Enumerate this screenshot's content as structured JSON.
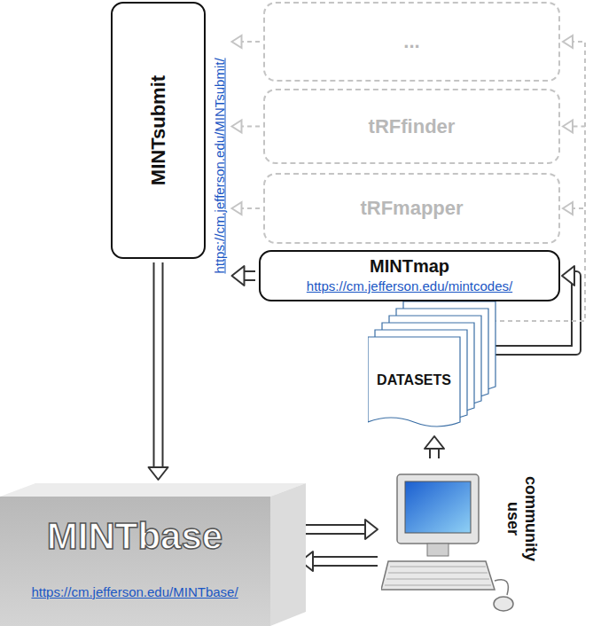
{
  "diagram": {
    "nodes": [
      {
        "text": [
          "MINTsubmit",
          "https://cm.jefferson.edu/MINTsubmit/"
        ]
      },
      {
        "text": [
          "..."
        ]
      },
      {
        "text": [
          "tRFfinder"
        ]
      },
      {
        "text": [
          "tRFmapper"
        ]
      },
      {
        "text": [
          "MINTmap",
          "https://cm.jefferson.edu/mintcodes/"
        ]
      },
      {
        "text": [
          "DATASETS"
        ]
      },
      {
        "text": [
          "MINTbase",
          "https://cm.jefferson.edu/MINTbase/"
        ]
      },
      {
        "text": [
          "community user"
        ]
      }
    ],
    "edges": [
      {
        "from": 4,
        "to": 0,
        "arrow": "to"
      },
      {
        "from": 1,
        "to": 0,
        "arrow": "to"
      },
      {
        "from": 2,
        "to": 0,
        "arrow": "to"
      },
      {
        "from": 3,
        "to": 0,
        "arrow": "to"
      },
      {
        "from": 0,
        "to": 6,
        "arrow": "to"
      },
      {
        "from": 6,
        "to": 7,
        "arrow": "to"
      },
      {
        "from": 7,
        "to": 6,
        "arrow": "to"
      },
      {
        "from": 7,
        "to": 5,
        "arrow": "to"
      },
      {
        "from": 5,
        "to": 4,
        "arrow": "to"
      },
      {
        "from": 5,
        "to": 3,
        "arrow": "to"
      },
      {
        "from": 5,
        "to": 2,
        "arrow": "to"
      },
      {
        "from": 5,
        "to": 1,
        "arrow": "to"
      }
    ]
  }
}
